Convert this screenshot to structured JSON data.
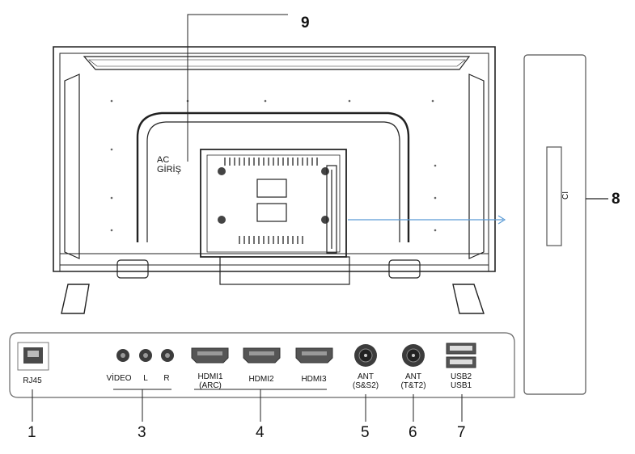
{
  "callouts": {
    "c1": "1",
    "c3": "3",
    "c4": "4",
    "c5": "5",
    "c6": "6",
    "c7": "7",
    "c8": "8",
    "c9": "9"
  },
  "ports": {
    "rj45": "RJ45",
    "video": "VİDEO",
    "audio_l": "L",
    "audio_r": "R",
    "hdmi1": "HDMI1",
    "hdmi1_sub": "(ARC)",
    "hdmi2": "HDMI2",
    "hdmi3": "HDMI3",
    "ant1": "ANT",
    "ant1_sub": "(S&S2)",
    "ant2": "ANT",
    "ant2_sub": "(T&T2)",
    "usb2": "USB2",
    "usb1": "USB1",
    "ci": "CI"
  },
  "tv": {
    "ac_line1": "AC",
    "ac_line2": "GİRİŞ"
  },
  "colors": {
    "line": "#222222",
    "panel": "#555555",
    "arrow": "#5b9bd5"
  }
}
